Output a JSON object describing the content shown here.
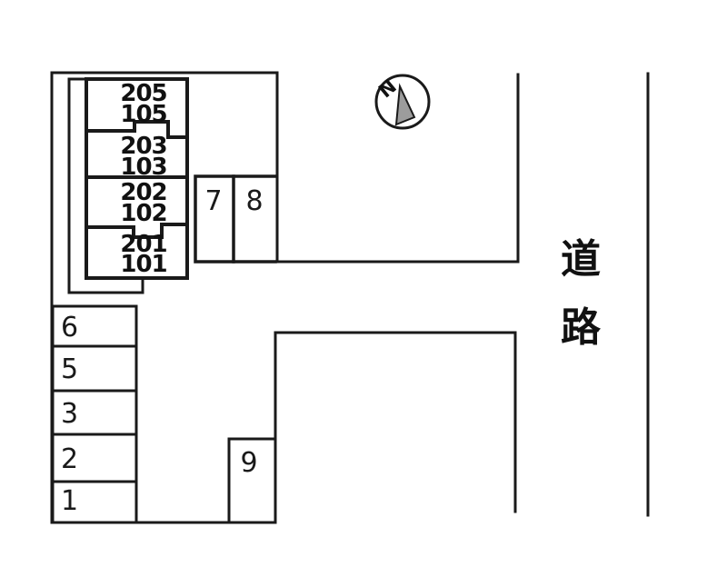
{
  "building": {
    "units": [
      {
        "upper": "205",
        "lower": "105"
      },
      {
        "upper": "203",
        "lower": "103"
      },
      {
        "upper": "202",
        "lower": "102"
      },
      {
        "upper": "201",
        "lower": "101"
      }
    ]
  },
  "parking": {
    "left_column": [
      "6",
      "5",
      "3",
      "2",
      "1"
    ],
    "top_row": [
      "7",
      "8"
    ],
    "bottom_space": "9"
  },
  "compass": {
    "north_label": "N"
  },
  "road": {
    "label": "道路",
    "char_top": "道",
    "char_bottom": "路"
  },
  "colors": {
    "line": "#1a1a1a",
    "background": "#ffffff",
    "needle_fill": "#9c9c9c"
  }
}
